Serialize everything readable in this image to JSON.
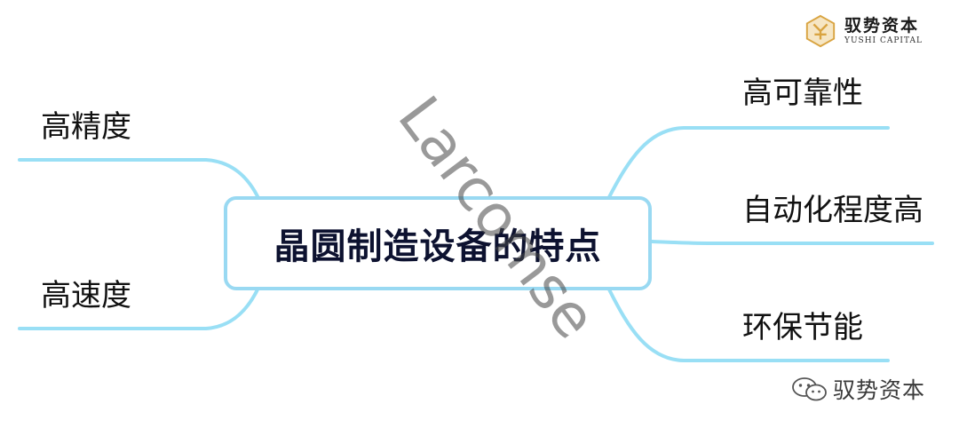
{
  "central": {
    "label": "晶圆制造设备的特点"
  },
  "branches": {
    "left": [
      "高精度",
      "高速度"
    ],
    "right": [
      "高可靠性",
      "自动化程度高",
      "环保节能"
    ]
  },
  "logo": {
    "name_cn": "驭势资本",
    "name_en": "YUSHI CAPITAL",
    "icon": "yushi-logo-icon"
  },
  "watermark": {
    "text": "Larcomse"
  },
  "wechat": {
    "label": "驭势资本",
    "icon": "wechat-icon"
  },
  "colors": {
    "branch": "#99dff5",
    "central_border": "#99d9f2",
    "logo_gold": "#d9a441"
  }
}
